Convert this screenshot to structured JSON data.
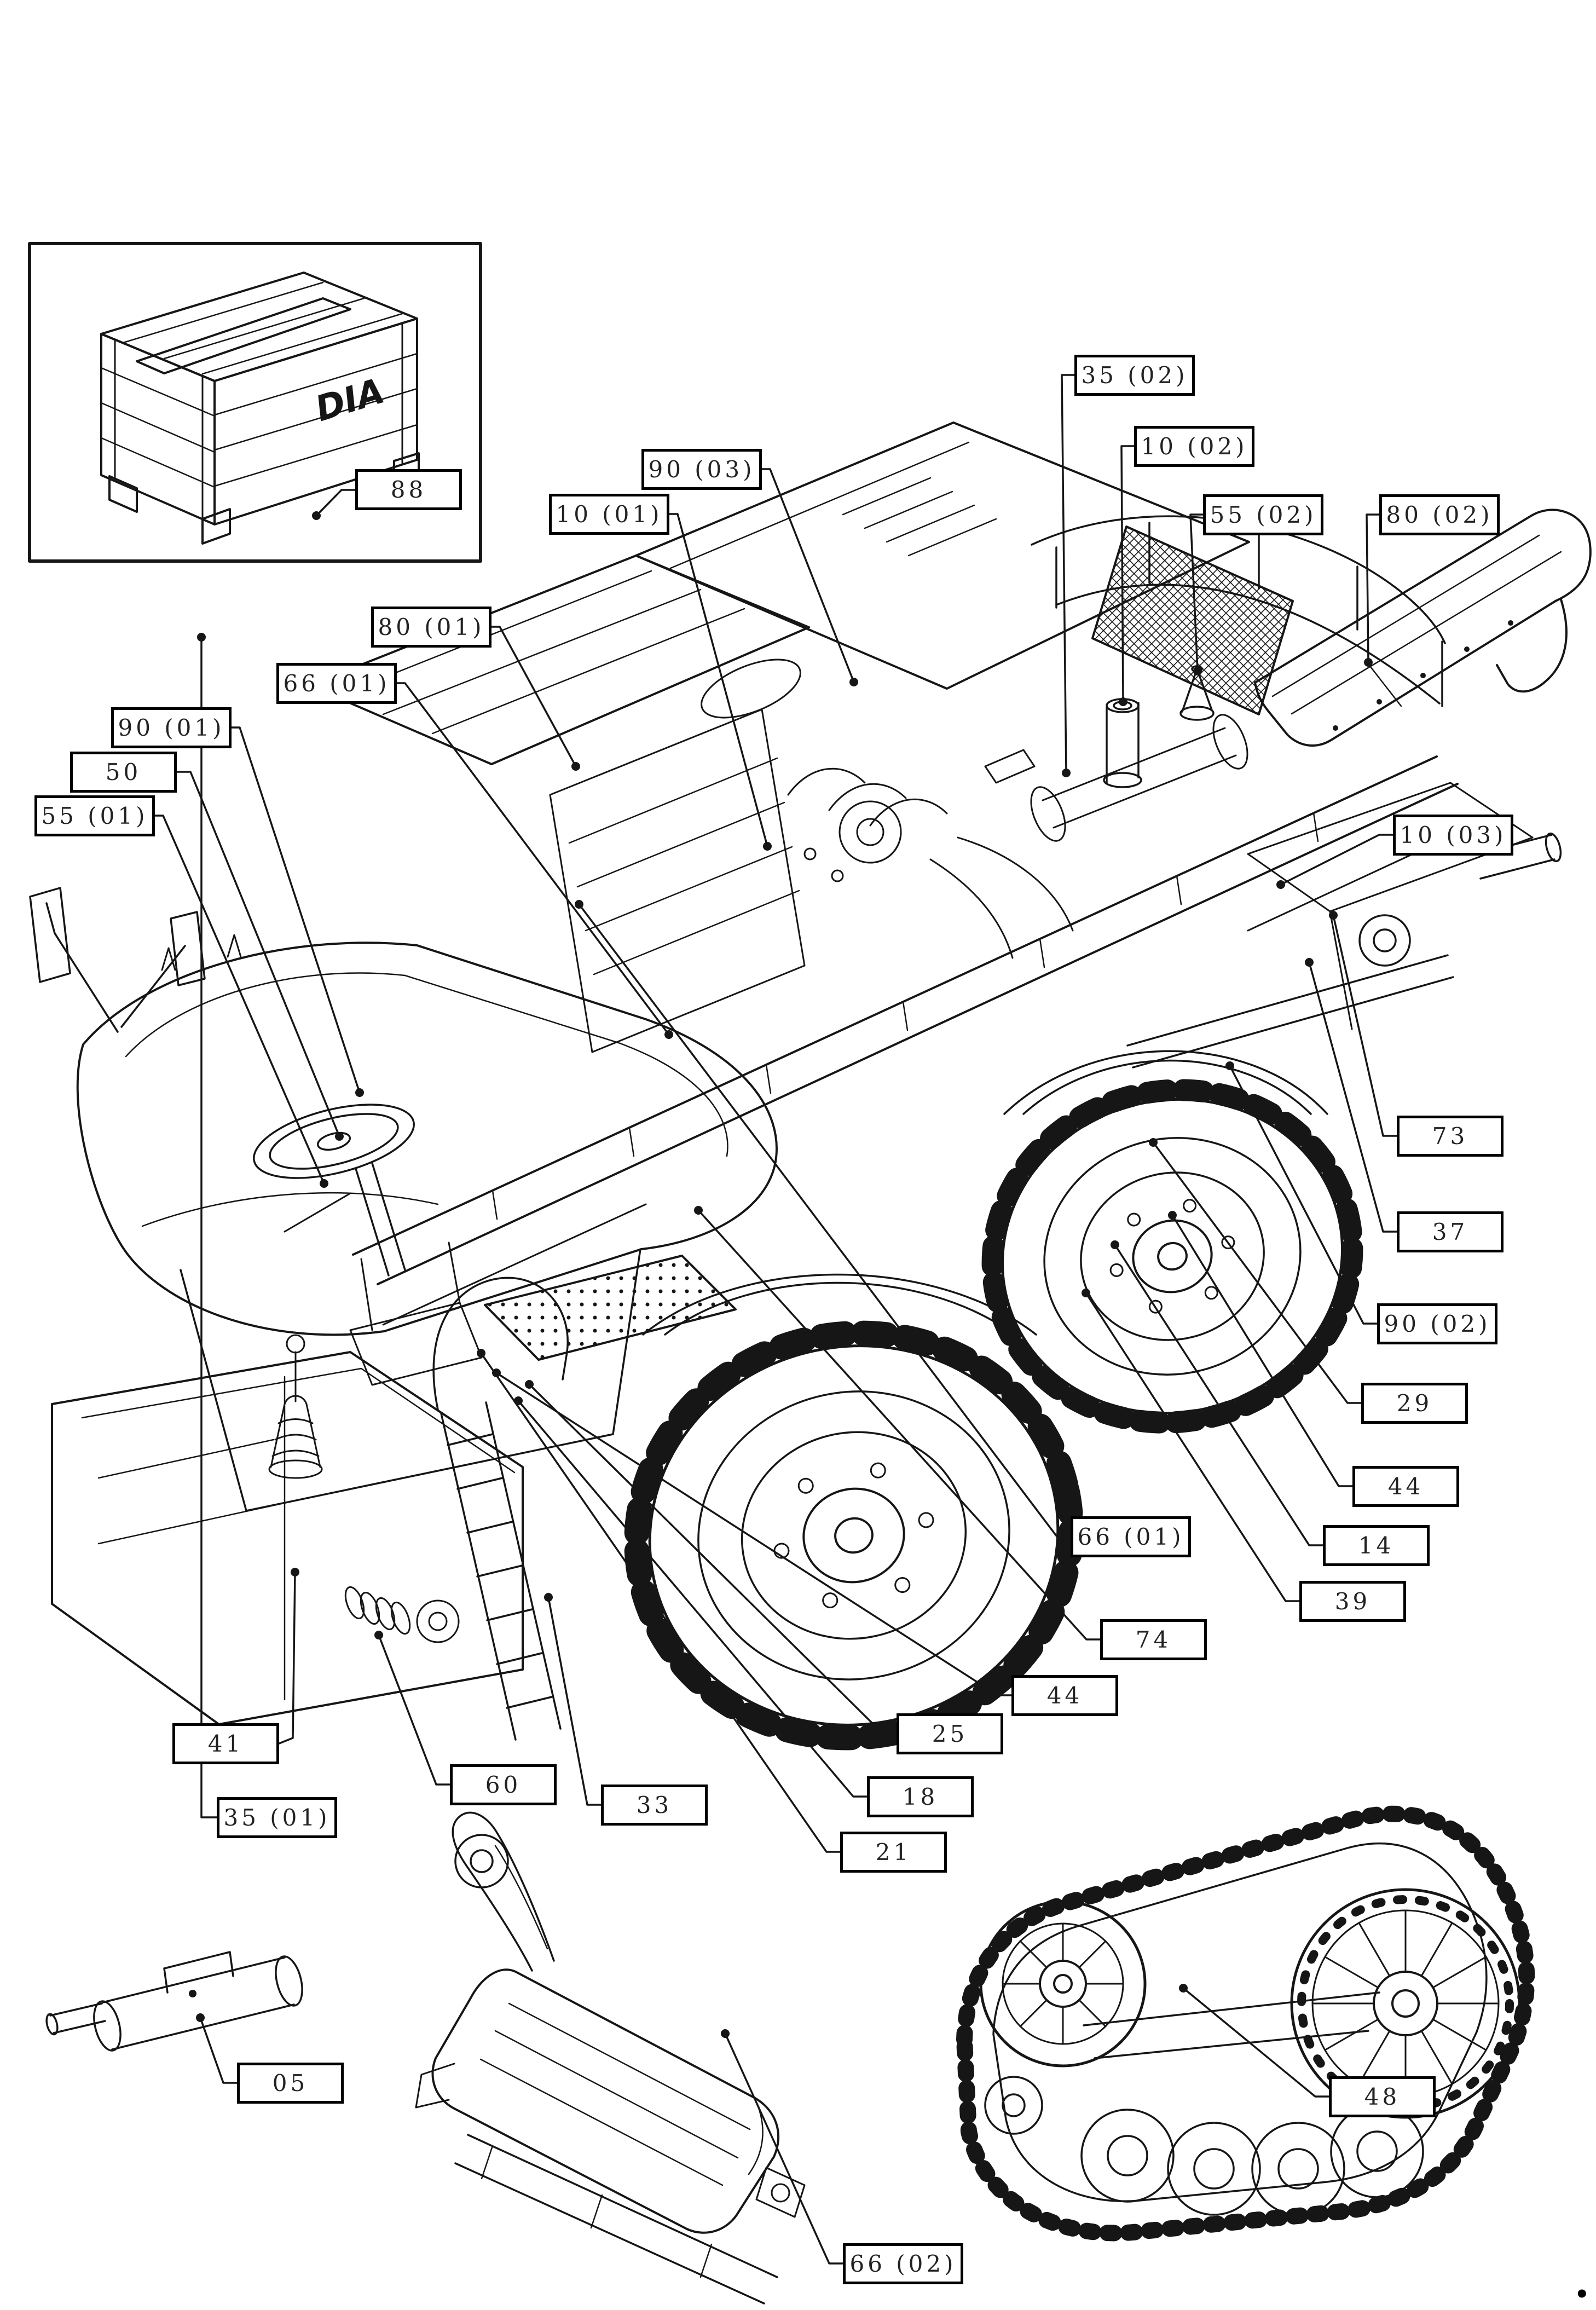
{
  "page": {
    "marker": "."
  },
  "inset": {
    "crate_text": "DIA"
  },
  "callouts": [
    {
      "id": "88",
      "text": "88"
    },
    {
      "id": "90-03",
      "text": "90 (03)"
    },
    {
      "id": "10-01",
      "text": "10 (01)"
    },
    {
      "id": "35-02",
      "text": "35 (02)"
    },
    {
      "id": "10-02",
      "text": "10 (02)"
    },
    {
      "id": "55-02",
      "text": "55 (02)"
    },
    {
      "id": "80-02",
      "text": "80 (02)"
    },
    {
      "id": "80-01",
      "text": "80 (01)"
    },
    {
      "id": "66-01a",
      "text": "66 (01)"
    },
    {
      "id": "90-01",
      "text": "90 (01)"
    },
    {
      "id": "50",
      "text": "50"
    },
    {
      "id": "55-01",
      "text": "55 (01)"
    },
    {
      "id": "10-03",
      "text": "10 (03)"
    },
    {
      "id": "73",
      "text": "73"
    },
    {
      "id": "37",
      "text": "37"
    },
    {
      "id": "90-02",
      "text": "90 (02)"
    },
    {
      "id": "29",
      "text": "29"
    },
    {
      "id": "44a",
      "text": "44"
    },
    {
      "id": "14",
      "text": "14"
    },
    {
      "id": "39",
      "text": "39"
    },
    {
      "id": "66-01b",
      "text": "66 (01)"
    },
    {
      "id": "74",
      "text": "74"
    },
    {
      "id": "44b",
      "text": "44"
    },
    {
      "id": "25",
      "text": "25"
    },
    {
      "id": "18",
      "text": "18"
    },
    {
      "id": "21",
      "text": "21"
    },
    {
      "id": "41",
      "text": "41"
    },
    {
      "id": "35-01",
      "text": "35 (01)"
    },
    {
      "id": "60",
      "text": "60"
    },
    {
      "id": "33",
      "text": "33"
    },
    {
      "id": "05",
      "text": "05"
    },
    {
      "id": "66-02",
      "text": "66 (02)"
    },
    {
      "id": "48",
      "text": "48"
    }
  ]
}
